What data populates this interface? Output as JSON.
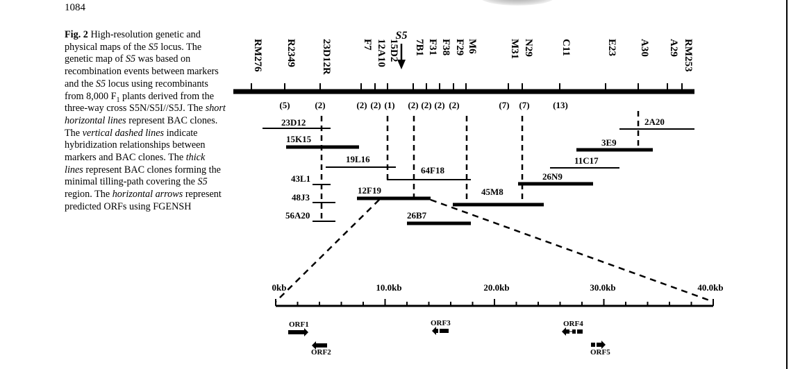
{
  "page_number": "1084",
  "caption": [
    {
      "t": "Fig. 2",
      "style": "b"
    },
    {
      "t": " High-resolution genetic and physical maps of the ",
      "style": ""
    },
    {
      "t": "S5",
      "style": "i"
    },
    {
      "t": " locus. The genetic map of ",
      "style": ""
    },
    {
      "t": "S5",
      "style": "i"
    },
    {
      "t": " was based on recombination events between markers and the ",
      "style": ""
    },
    {
      "t": "S5",
      "style": "i"
    },
    {
      "t": " locus using recombinants from 8,000 F",
      "style": ""
    },
    {
      "t": "1",
      "style": "sub"
    },
    {
      "t": " plants derived from the three-way cross S5N/S5I//S5J. The ",
      "style": ""
    },
    {
      "t": "short horizontal lines",
      "style": "i"
    },
    {
      "t": " represent BAC clones. The ",
      "style": ""
    },
    {
      "t": "vertical dashed lines",
      "style": "i"
    },
    {
      "t": " indicate hybridization relationships between markers and BAC clones. The ",
      "style": ""
    },
    {
      "t": "thick lines",
      "style": "i"
    },
    {
      "t": " represent BAC clones forming the minimal tilling-path covering the ",
      "style": ""
    },
    {
      "t": "S5",
      "style": "i"
    },
    {
      "t": " region. The ",
      "style": ""
    },
    {
      "t": "horizontal arrows",
      "style": "i"
    },
    {
      "t": " represent predicted ORFs using FGENSH",
      "style": ""
    }
  ],
  "locus_label": "S5",
  "markers": [
    "RM276",
    "R2349",
    "23D12R",
    "F7",
    "12A10",
    "15D2",
    "7B1",
    "F31",
    "F38",
    "F29",
    "M6",
    "M31",
    "N29",
    "C11",
    "E23",
    "A30",
    "A29",
    "RM253"
  ],
  "recombinants": [
    "(5)",
    "(2)",
    "(2)",
    "(2)",
    "(1)",
    "(2)",
    "(2)",
    "(2)",
    "(2)",
    "(7)",
    "(7)",
    "(13)"
  ],
  "bac_clones": [
    {
      "name": "23D12",
      "thick": false
    },
    {
      "name": "15K15",
      "thick": true
    },
    {
      "name": "19L16",
      "thick": false
    },
    {
      "name": "43L1",
      "thick": false
    },
    {
      "name": "48J3",
      "thick": false
    },
    {
      "name": "56A20",
      "thick": false
    },
    {
      "name": "12F19",
      "thick": true
    },
    {
      "name": "64F18",
      "thick": false
    },
    {
      "name": "26B7",
      "thick": true
    },
    {
      "name": "45M8",
      "thick": true
    },
    {
      "name": "26N9",
      "thick": true
    },
    {
      "name": "11C17",
      "thick": false
    },
    {
      "name": "3E9",
      "thick": true
    },
    {
      "name": "2A20",
      "thick": false
    }
  ],
  "kb_labels": [
    "0kb",
    "10.0kb",
    "20.0kb",
    "30.0kb",
    "40.0kb"
  ],
  "orfs": [
    {
      "name": "ORF1",
      "direction": "right"
    },
    {
      "name": "ORF2",
      "direction": "left"
    },
    {
      "name": "ORF3",
      "direction": "left"
    },
    {
      "name": "ORF4",
      "direction": "left"
    },
    {
      "name": "ORF5",
      "direction": "right"
    }
  ]
}
